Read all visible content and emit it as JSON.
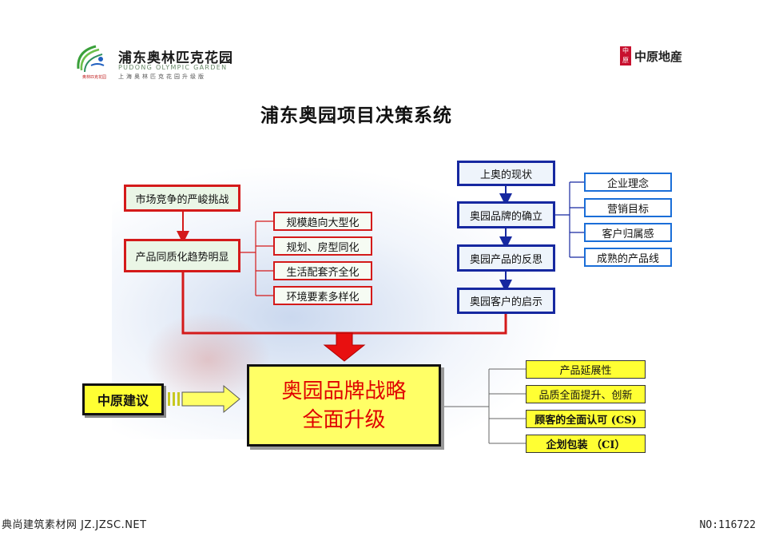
{
  "brand": {
    "project_name": "浦东奥林匹克花园",
    "project_name_en": "PUDONG OLYMPIC GARDEN",
    "project_tagline": "上海奥林匹克花园升级版",
    "emblem_text": "奥林匹克花园",
    "agency_mark": "中原",
    "agency_name": "中原地産"
  },
  "title": "浦东奥园项目决策系统",
  "left_group": {
    "challenge": "市场竞争的严峻挑战",
    "homogenization": "产品同质化趋势明显",
    "trends": [
      "规模趋向大型化",
      "规划、房型同化",
      "生活配套齐全化",
      "环境要素多样化"
    ]
  },
  "right_group": {
    "status": "上奥的现状",
    "brand_established": "奥园品牌的确立",
    "product_reflection": "奥园产品的反思",
    "customer_insight": "奥园客户的启示",
    "brand_elements": [
      "企业理念",
      "营销目标",
      "客户归属感",
      "成熟的产品线"
    ]
  },
  "advice_label": "中原建议",
  "strategy": {
    "line1": "奥园品牌战略",
    "line2": "全面升级"
  },
  "outcomes": [
    "产品延展性",
    "品质全面提升、创新",
    "顾客的全面认可 (CS)",
    "企划包装 （CI）"
  ],
  "colors": {
    "red": "#d41a1a",
    "blue": "#1628a0",
    "highlight": "#ffff33",
    "strategy_text": "#e00000"
  },
  "footer": {
    "left": "典尚建筑素材网 JZ.JZSC.NET",
    "right": "NO:116722"
  }
}
